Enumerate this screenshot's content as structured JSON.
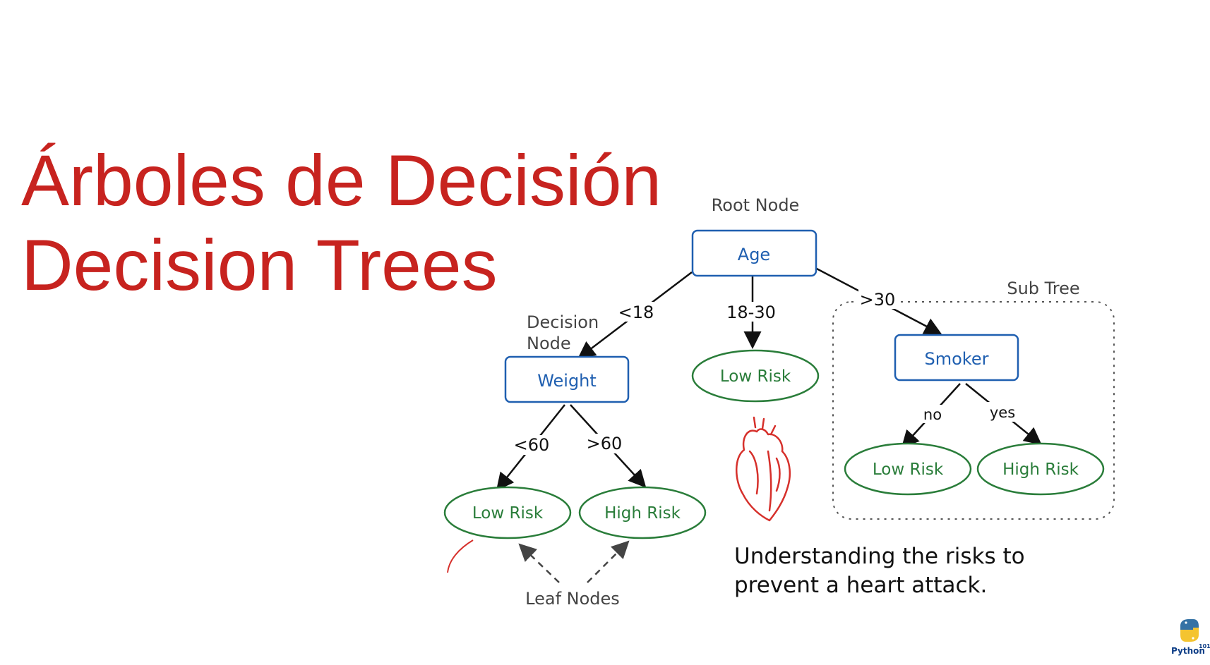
{
  "title": {
    "spanish": "Árboles de Decisión",
    "english": "Decision Trees"
  },
  "diagram": {
    "root_node_caption": "Root Node",
    "decision_node_caption": [
      "Decision",
      "Node"
    ],
    "sub_tree_caption": "Sub Tree",
    "leaf_nodes_caption": "Leaf Nodes",
    "nodes": {
      "age": "Age",
      "weight": "Weight",
      "smoker": "Smoker",
      "low_risk_mid": "Low Risk",
      "low_risk_left": "Low Risk",
      "high_risk_left": "High Risk",
      "low_risk_right": "Low Risk",
      "high_risk_right": "High Risk"
    },
    "edges": {
      "lt18": "<18",
      "r18_30": "18-30",
      "gt30": ">30",
      "lt60": "<60",
      "gt60": ">60",
      "no": "no",
      "yes": "yes"
    },
    "caption": [
      "Understanding the risks to",
      "prevent a heart attack."
    ],
    "heart_icon": "anatomical-heart-icon"
  },
  "logo": {
    "text": "Python",
    "superscript": "101",
    "icon": "python-logo-icon"
  },
  "colors": {
    "title": "#c7231f",
    "decision_box": "#1f5fb0",
    "leaf_ellipse": "#2a7d3a",
    "heart": "#d6302b"
  }
}
